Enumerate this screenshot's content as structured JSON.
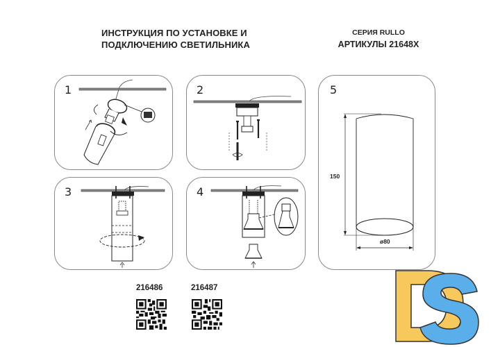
{
  "header": {
    "title_line1": "ИНСТРУКЦИЯ ПО УСТАНОВКЕ И",
    "title_line2": "ПОДКЛЮЧЕНИЮ СВЕТИЛЬНИКА",
    "series": "СЕРИЯ RULLO",
    "articles": "АРТИКУЛЫ 21648X"
  },
  "steps": [
    {
      "number": "1",
      "description": "connect-wires-and-attach-body"
    },
    {
      "number": "2",
      "description": "mount-base-to-ceiling-with-screws"
    },
    {
      "number": "3",
      "description": "rotate-body-onto-base"
    },
    {
      "number": "4",
      "description": "insert-gu10-lamp"
    },
    {
      "number": "5",
      "description": "dimensions"
    }
  ],
  "dimensions": {
    "height": "150",
    "diameter": "ø80"
  },
  "codes": [
    {
      "article": "216486",
      "icon": "qr-code-icon"
    },
    {
      "article": "216487",
      "icon": "qr-code-icon"
    }
  ],
  "logo": {
    "text": "DS",
    "colors": {
      "d": "#f7c95c",
      "s": "#5aaeea",
      "outline": "#333333"
    }
  }
}
